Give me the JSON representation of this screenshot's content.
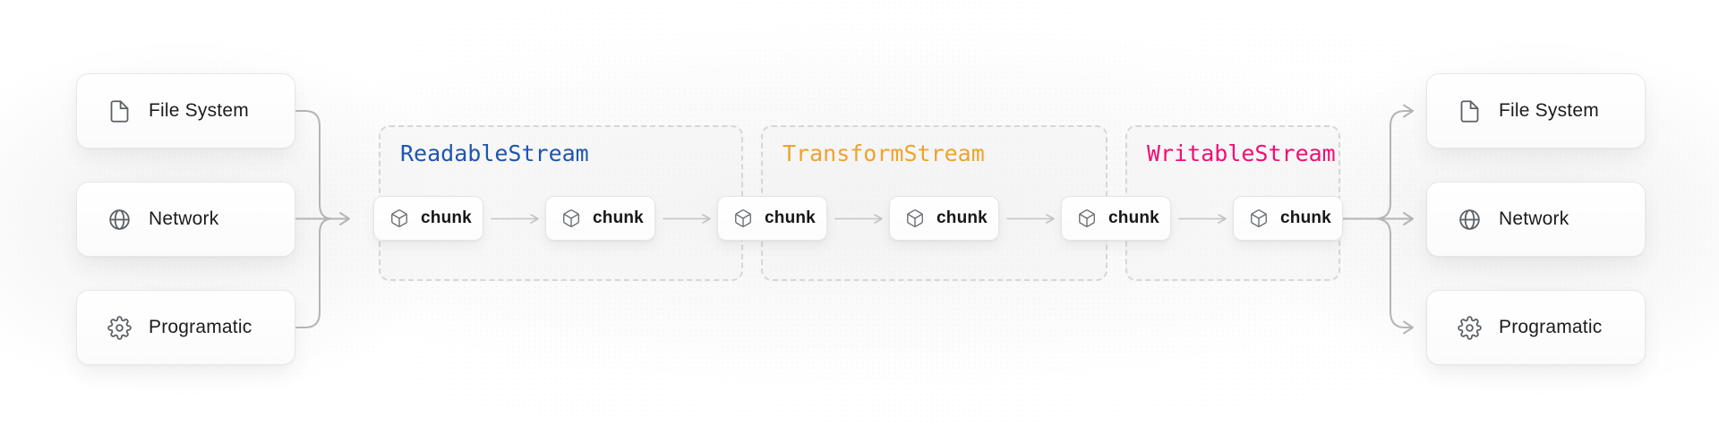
{
  "diagram": {
    "chunk_label": "chunk",
    "streams": [
      {
        "name": "ReadableStream",
        "color": "#1e55af"
      },
      {
        "name": "TransformStream",
        "color": "#eea32d"
      },
      {
        "name": "WritableStream",
        "color": "#f20d74"
      }
    ],
    "sources": [
      {
        "label": "File System",
        "icon": "file-icon"
      },
      {
        "label": "Network",
        "icon": "globe-icon"
      },
      {
        "label": "Programatic",
        "icon": "gear-icon"
      }
    ],
    "destinations": [
      {
        "label": "File System",
        "icon": "file-icon"
      },
      {
        "label": "Network",
        "icon": "globe-icon"
      },
      {
        "label": "Programatic",
        "icon": "gear-icon"
      }
    ],
    "colors": {
      "arrow": "#b4b4b4",
      "chunk_arrow": "#c3c3c3",
      "dashed_border": "#d6d6d6",
      "card_text": "#1c1c1c"
    }
  }
}
